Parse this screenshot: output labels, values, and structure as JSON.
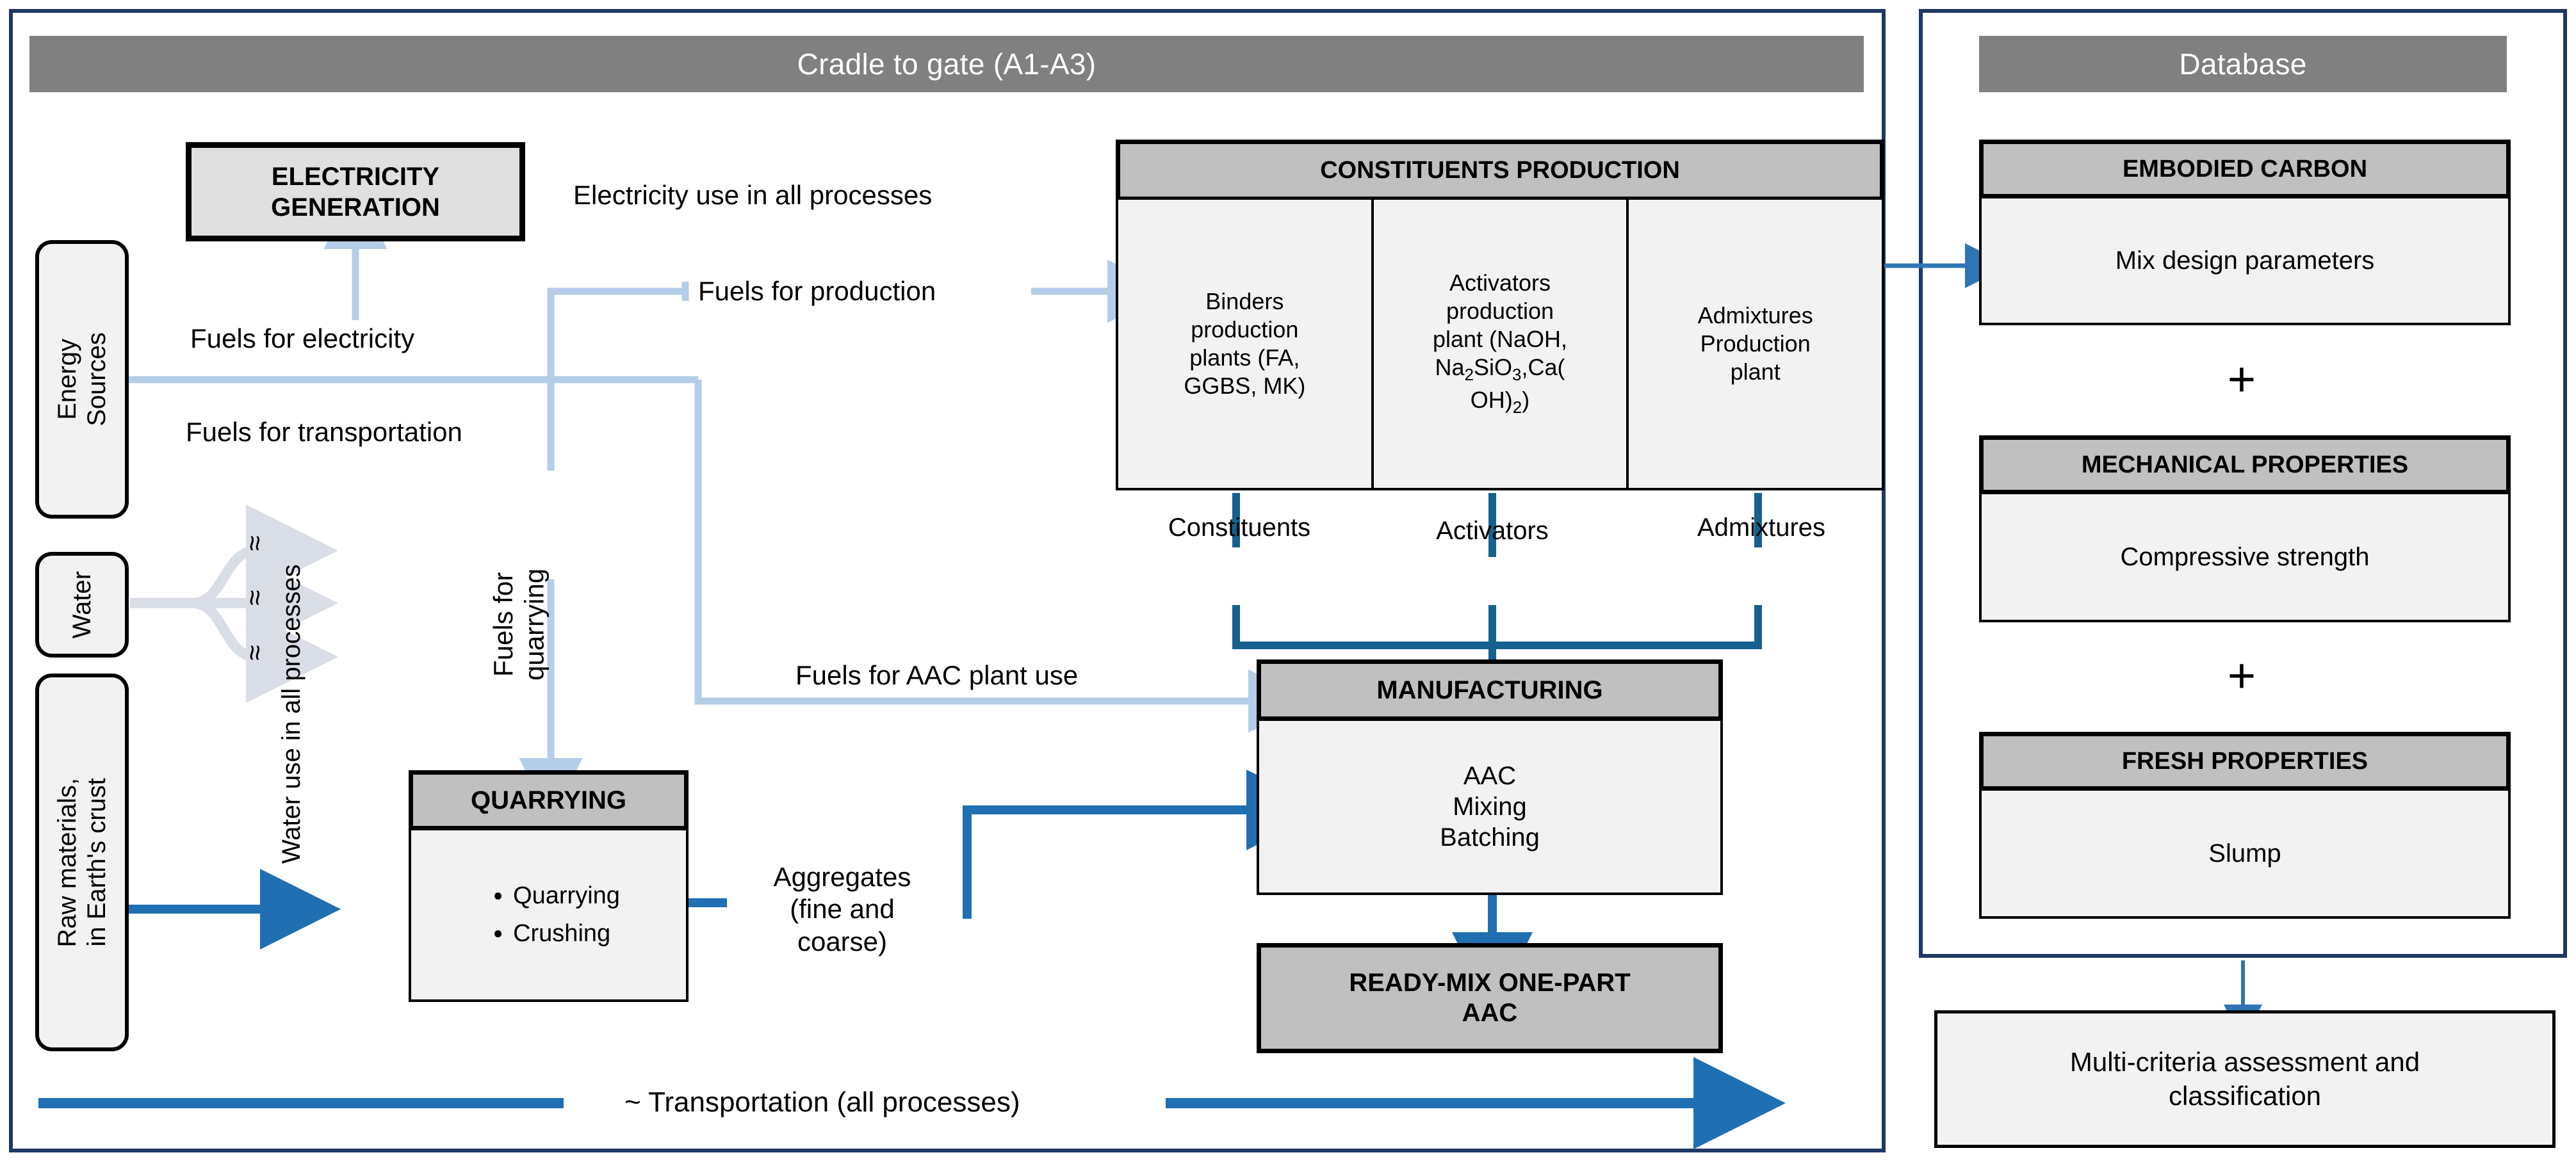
{
  "colors": {
    "panel_border": "#1F3864",
    "banner_bg": "#808080",
    "banner_text": "#FFFFFF",
    "box_header_bg": "#C0C0C0",
    "box_body_bg": "#F2F2F2",
    "arrow_dark_blue": "#1F6FB2",
    "arrow_light_blue": "#B4CDE8",
    "arrow_navy": "#15608F",
    "arrow_pale": "#D9DEE6"
  },
  "main_panel": {
    "banner_title": "Cradle to gate (A1-A3)",
    "sources": [
      {
        "label": "Energy\nSources"
      },
      {
        "label": "Water"
      },
      {
        "label": "Raw materials,\nin Earth's crust"
      }
    ],
    "electricity_box": {
      "label": "ELECTRICITY\nGENERATION"
    },
    "constituents_production": {
      "header": "CONSTITUENTS PRODUCTION",
      "columns": [
        {
          "text_line1": "Binders",
          "text_line2": "production",
          "text_line3": "plants (FA,",
          "text_line4": "GGBS, MK)",
          "outlet": "Constituents"
        },
        {
          "text_line1": "Activators",
          "text_line2": "production",
          "text_line3": "plant (NaOH,",
          "text_line4": "Na2SiO3,Ca(",
          "text_line5": "OH)2)",
          "outlet": "Activators"
        },
        {
          "text_line1": "Admixtures",
          "text_line2": "Production",
          "text_line3": "plant",
          "outlet": "Admixtures"
        }
      ]
    },
    "quarrying_box": {
      "header": "QUARRYING",
      "bullets": [
        "Quarrying",
        "Crushing"
      ]
    },
    "manufacturing_box": {
      "header": "MANUFACTURING",
      "body": "AAC\nMixing\nBatching"
    },
    "ready_mix_box": {
      "label": "READY-MIX  ONE-PART\nAAC"
    },
    "flow_labels": {
      "electricity_use": "Electricity use in all processes",
      "fuels_for_electricity": "Fuels for electricity",
      "fuels_for_transportation": "Fuels for transportation",
      "fuels_for_production": "Fuels for production",
      "fuels_for_quarrying": "Fuels for\nquarrying",
      "fuels_for_aac_plant_use": "Fuels for AAC plant use",
      "water_use": "Water use in all processes",
      "aggregates": "Aggregates\n(fine and\ncoarse)",
      "transportation": "~ Transportation (all processes)",
      "water_squiggle": "≈"
    }
  },
  "database_panel": {
    "banner_title": "Database",
    "cards": [
      {
        "header": "EMBODIED CARBON",
        "body": "Mix design parameters"
      },
      {
        "header": "MECHANICAL PROPERTIES",
        "body": "Compressive strength"
      },
      {
        "header": "FRESH PROPERTIES",
        "body": "Slump"
      }
    ],
    "plus_symbol": "+",
    "output_box": {
      "label": "Multi-criteria assessment and\nclassification"
    }
  }
}
